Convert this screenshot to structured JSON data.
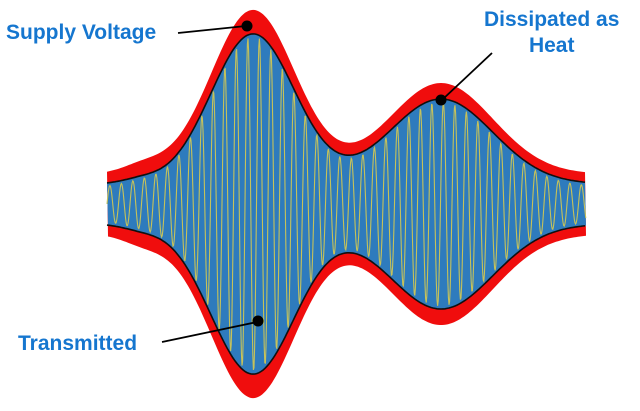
{
  "labels": {
    "supply_voltage": "Supply Voltage",
    "dissipated_line1": "Dissipated as",
    "dissipated_line2": "Heat",
    "transmitted": "Transmitted"
  },
  "colors": {
    "outer_band": "#f00d0d",
    "inner_fill": "#2e7bbd",
    "carrier_wave": "#c6c25a",
    "envelope_edge": "#101010",
    "label_text": "#1576cf",
    "marker": "#000000"
  }
}
